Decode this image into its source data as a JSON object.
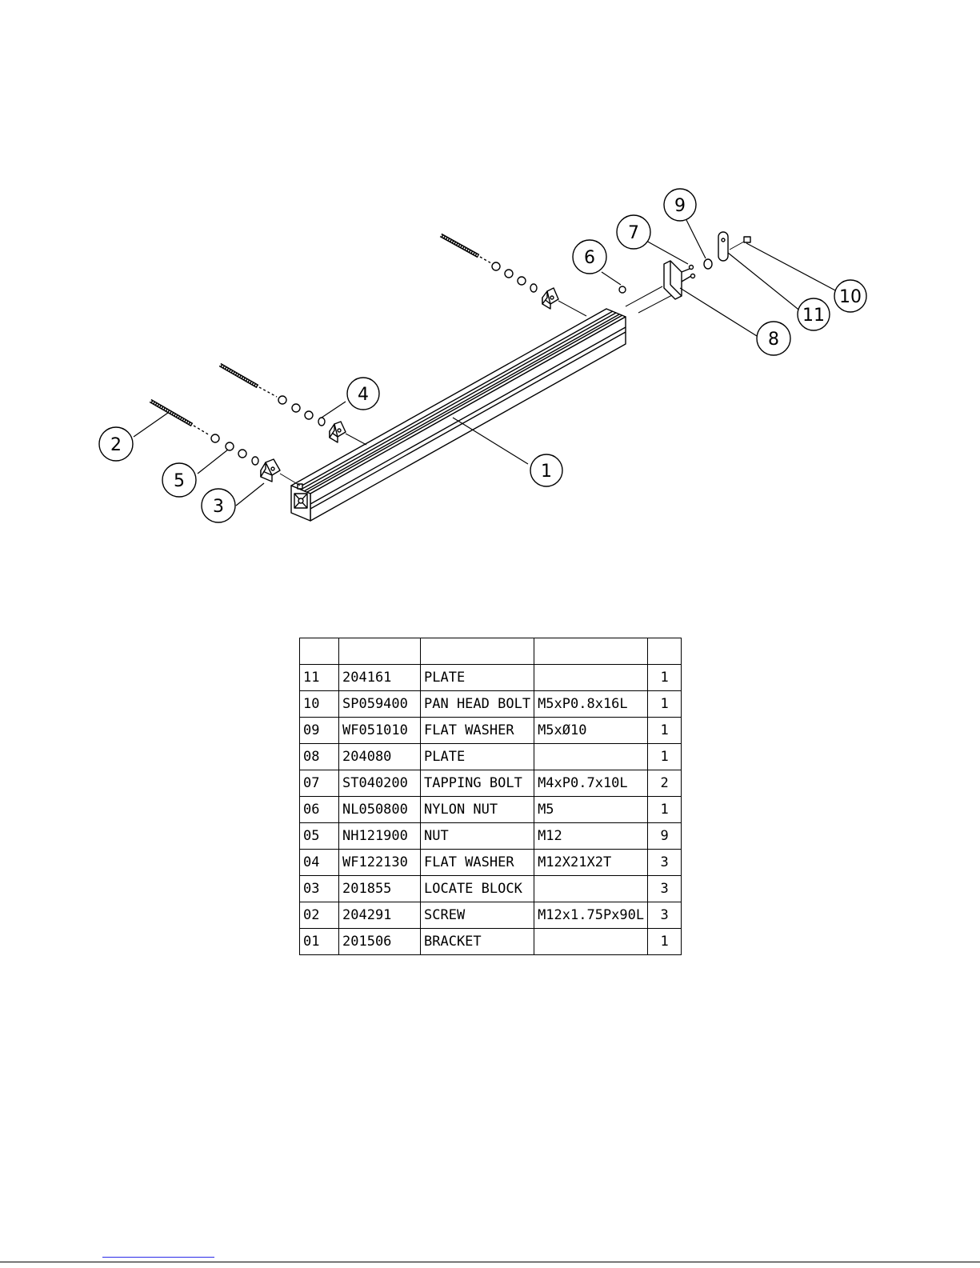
{
  "callouts": [
    {
      "n": "1",
      "title": "BRACKET"
    },
    {
      "n": "2",
      "title": "SCREW"
    },
    {
      "n": "3",
      "title": "LOCATE BLOCK"
    },
    {
      "n": "4",
      "title": "FLAT WASHER"
    },
    {
      "n": "5",
      "title": "NUT"
    },
    {
      "n": "6",
      "title": "NYLON NUT"
    },
    {
      "n": "7",
      "title": "TAPPING BOLT"
    },
    {
      "n": "8",
      "title": "PLATE"
    },
    {
      "n": "9",
      "title": "FLAT WASHER"
    },
    {
      "n": "10",
      "title": "PAN HEAD BOLT"
    },
    {
      "n": "11",
      "title": "PLATE"
    }
  ],
  "table": {
    "header": [
      "",
      "",
      "",
      "",
      ""
    ],
    "rows": [
      {
        "no": "11",
        "code": "204161",
        "desc": "PLATE",
        "spec": "",
        "qty": "1"
      },
      {
        "no": "10",
        "code": "SP059400",
        "desc": "PAN HEAD BOLT",
        "spec": "M5xP0.8x16L",
        "qty": "1"
      },
      {
        "no": "09",
        "code": "WF051010",
        "desc": "FLAT WASHER",
        "spec": "M5xØ10",
        "qty": "1"
      },
      {
        "no": "08",
        "code": "204080",
        "desc": "PLATE",
        "spec": "",
        "qty": "1"
      },
      {
        "no": "07",
        "code": "ST040200",
        "desc": "TAPPING BOLT",
        "spec": "M4xP0.7x10L",
        "qty": "2"
      },
      {
        "no": "06",
        "code": "NL050800",
        "desc": "NYLON NUT",
        "spec": "M5",
        "qty": "1"
      },
      {
        "no": "05",
        "code": "NH121900",
        "desc": "NUT",
        "spec": "M12",
        "qty": "9"
      },
      {
        "no": "04",
        "code": "WF122130",
        "desc": "FLAT WASHER",
        "spec": "M12X21X2T",
        "qty": "3"
      },
      {
        "no": "03",
        "code": "201855",
        "desc": "LOCATE BLOCK",
        "spec": "",
        "qty": "3"
      },
      {
        "no": "02",
        "code": "204291",
        "desc": "SCREW",
        "spec": "M12x1.75Px90L",
        "qty": "3"
      },
      {
        "no": "01",
        "code": "201506",
        "desc": "BRACKET",
        "spec": "",
        "qty": "1"
      }
    ]
  }
}
